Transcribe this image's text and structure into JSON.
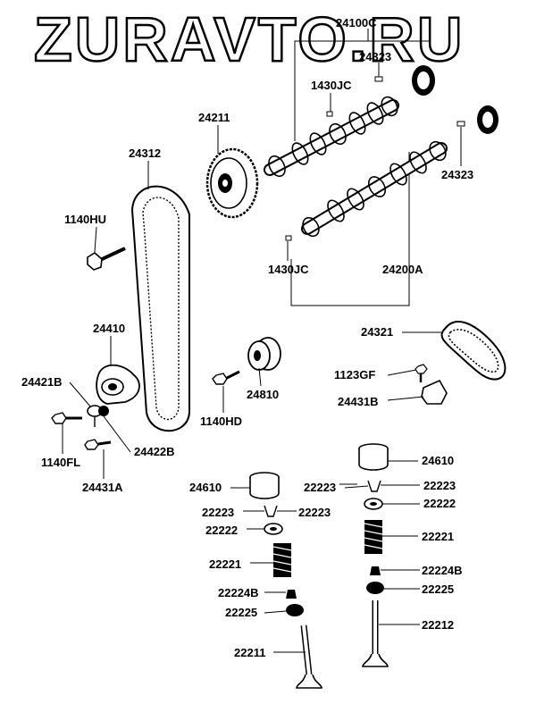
{
  "watermark": "ZURAVTO.RU",
  "labels": {
    "p24100C": "24100C",
    "p24323a": "24323",
    "p1430JCa": "1430JC",
    "p24211": "24211",
    "p24312": "24312",
    "p1140HU": "1140HU",
    "p24323b": "24323",
    "p1430JCb": "1430JC",
    "p24200A": "24200A",
    "p24321": "24321",
    "p24410": "24410",
    "p1123GF": "1123GF",
    "p24431B": "24431B",
    "p24421B": "24421B",
    "p24810": "24810",
    "p1140HD": "1140HD",
    "p24422B": "24422B",
    "p1140FL": "1140FL",
    "p24431A": "24431A",
    "p24610a": "24610",
    "p24610b": "24610",
    "p22223a": "22223",
    "p22223b": "22223",
    "p22223c": "22223",
    "p22223d": "22223",
    "p22222a": "22222",
    "p22222b": "22222",
    "p22221a": "22221",
    "p22221b": "22221",
    "p22224Ba": "22224B",
    "p22224Bb": "22224B",
    "p22225a": "22225",
    "p22225b": "22225",
    "p22212": "22212",
    "p22211": "22211"
  }
}
